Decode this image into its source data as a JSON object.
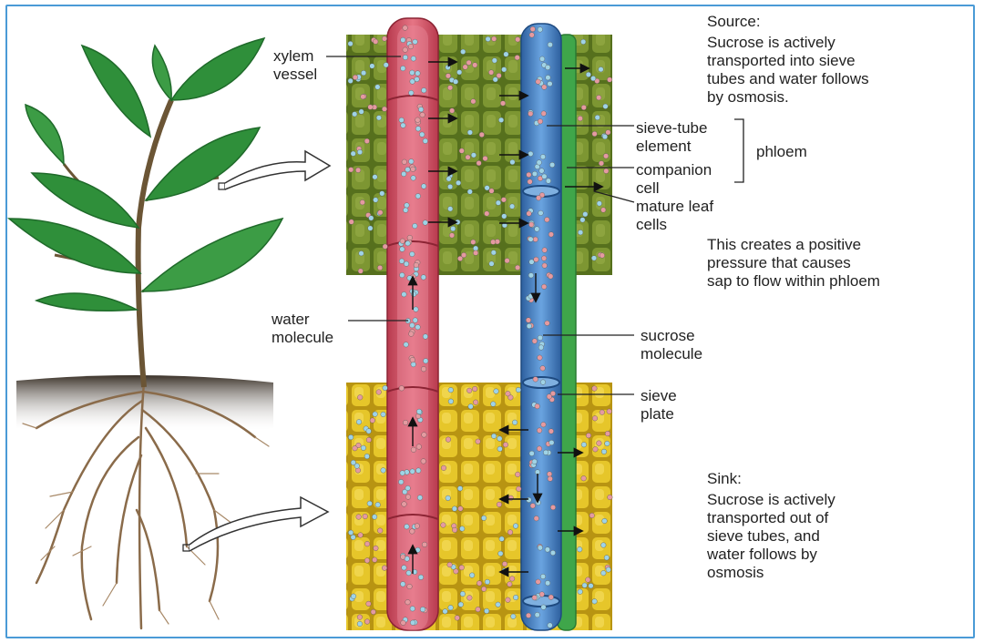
{
  "labels": {
    "xylem_vessel": "xylem\nvessel",
    "sieve_tube_element": "sieve-tube\nelement",
    "phloem": "phloem",
    "companion_cell": "companion\ncell",
    "mature_leaf_cells": "mature leaf\ncells",
    "water_molecule": "water\nmolecule",
    "sucrose_molecule": "sucrose\nmolecule",
    "sieve_plate": "sieve\nplate"
  },
  "source_text": {
    "heading": "Source:",
    "body": "Sucrose is actively\ntransported into sieve\ntubes and water follows\nby osmosis."
  },
  "pressure_text": "This creates a positive\npressure that causes\nsap to flow within phloem",
  "sink_text": {
    "heading": "Sink:",
    "body": "Sucrose is actively\ntransported out of\nsieve tubes, and\nwater follows by\nosmosis"
  },
  "colors": {
    "border": "#4a9ad6",
    "leaf_tissue": "#6f8a2a",
    "root_tissue": "#e3c22a",
    "xylem": "#d9536a",
    "phloem_sieve": "#3f7fc6",
    "companion": "#3fa64a",
    "leaf_green": "#2f8f3a"
  }
}
